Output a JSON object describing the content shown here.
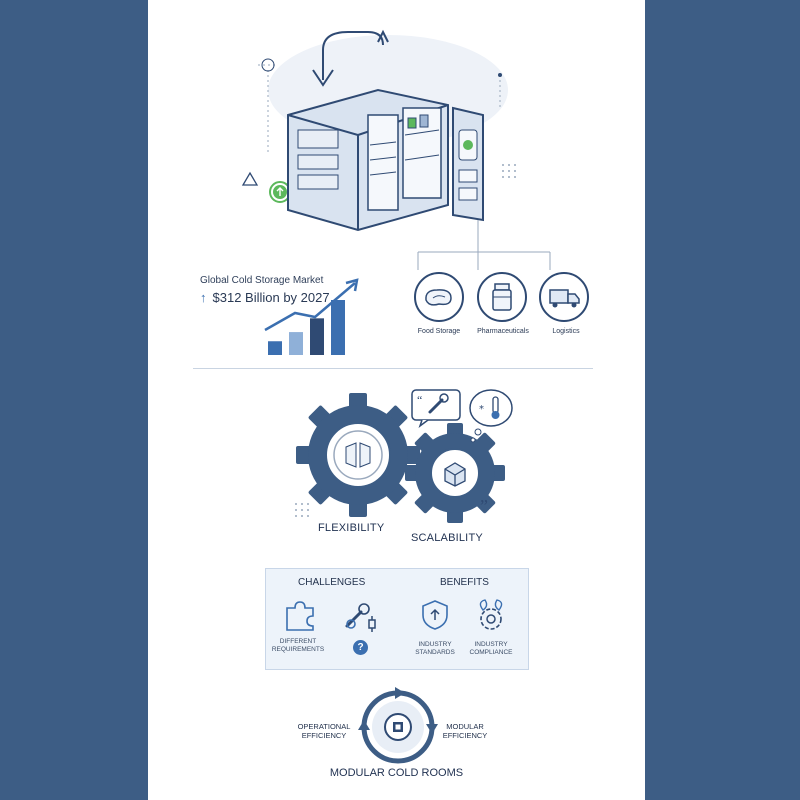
{
  "market": {
    "title": "Global Cold Storage Market",
    "value": "$312 Billion by 2027",
    "trend": [
      15,
      25,
      40,
      60
    ]
  },
  "categories": [
    {
      "label": "Food Storage",
      "icon": "steak-icon"
    },
    {
      "label": "Pharmaceuticals",
      "icon": "medicine-bottle-icon"
    },
    {
      "label": "Logistics",
      "icon": "truck-icon"
    }
  ],
  "gears": {
    "left_label": "FLEXIBILITY",
    "right_label": "SCALABILITY"
  },
  "challenges_benefits": {
    "challenges_heading": "CHALLENGES",
    "benefits_heading": "BENEFITS",
    "challenge_item": "DIFFERENT REQUIREMENTS",
    "benefit_items": [
      "INDUSTRY STANDARDS",
      "INDUSTRY COMPLIANCE"
    ]
  },
  "cycle": {
    "left_label": "OPERATIONAL EFFICIENCY",
    "right_label": "MODULAR EFFICIENCY"
  },
  "footer_title": "MODULAR COLD ROOMS",
  "colors": {
    "background": "#3d5d85",
    "navy": "#2f4a73",
    "accent_green": "#5cb85c",
    "light_blue": "#edf3fa"
  }
}
